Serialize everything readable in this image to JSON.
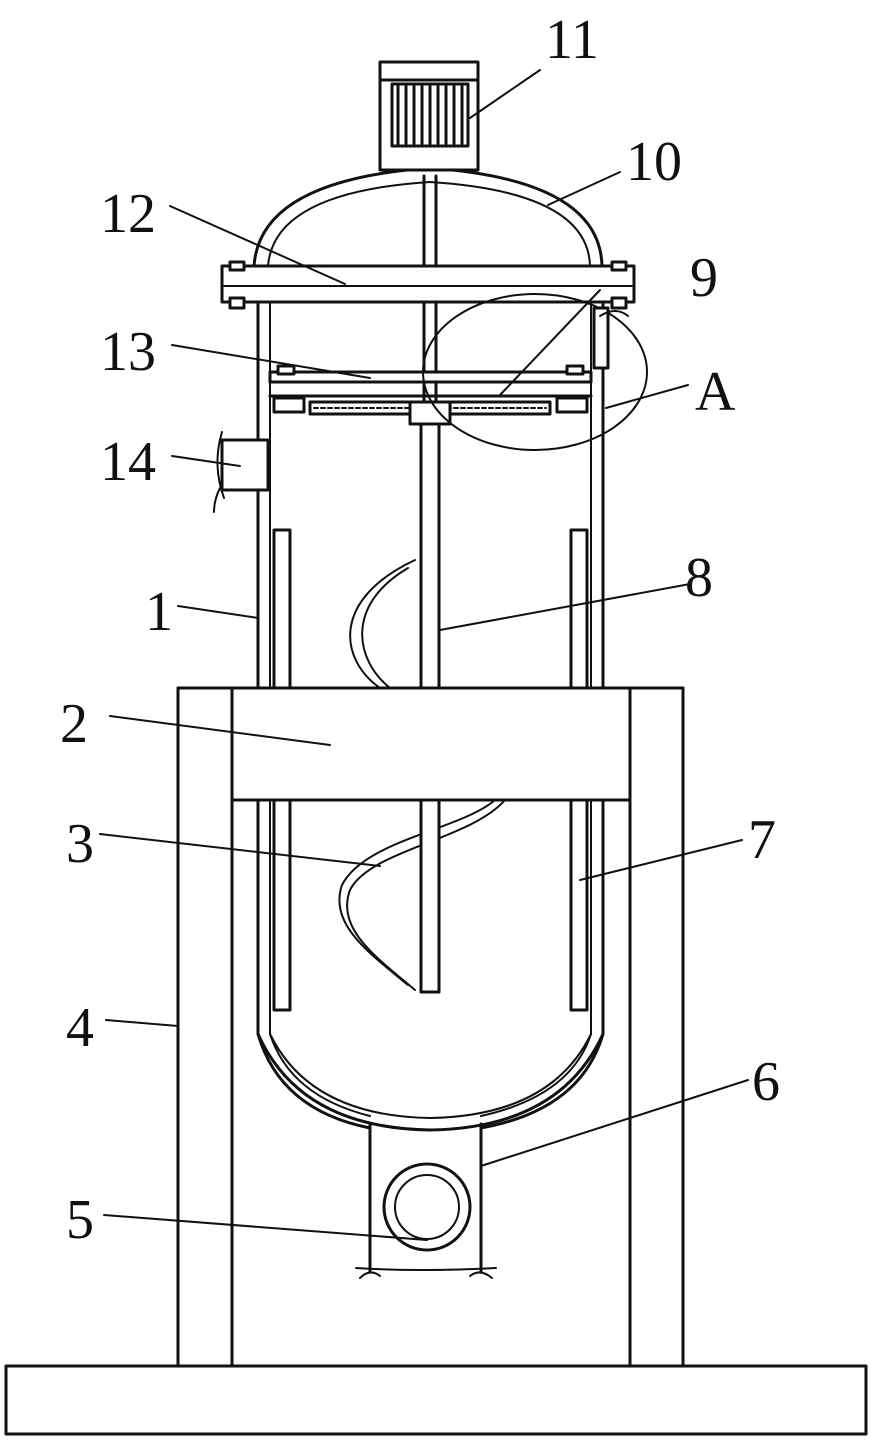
{
  "labels": {
    "l1": "1",
    "l2": "2",
    "l3": "3",
    "l4": "4",
    "l5": "5",
    "l6": "6",
    "l7": "7",
    "l8": "8",
    "l9": "9",
    "l10": "10",
    "l11": "11",
    "l12": "12",
    "l13": "13",
    "l14": "14",
    "lA": "A"
  }
}
